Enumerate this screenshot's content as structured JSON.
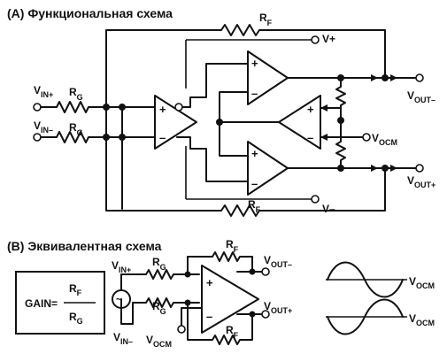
{
  "section_a": {
    "title": "(A) Функциональная схема"
  },
  "section_b": {
    "title": "(B) Эквивалентная схема"
  },
  "sub": {
    "in_plus": "IN+",
    "in_minus": "IN–",
    "g": "G",
    "f": "F",
    "out_minus": "OUT–",
    "out_plus": "OUT+",
    "ocm": "OCM"
  },
  "base": {
    "v": "V",
    "r": "R"
  },
  "supply": {
    "plus": "V+",
    "minus": "V–"
  },
  "amp_sign": {
    "plus": "+",
    "minus": "–"
  },
  "gain": {
    "label": "GAIN=",
    "numerator": "R",
    "numerator_sub": "F",
    "denominator": "R",
    "denominator_sub": "G"
  },
  "source": {
    "symbol": "~"
  }
}
